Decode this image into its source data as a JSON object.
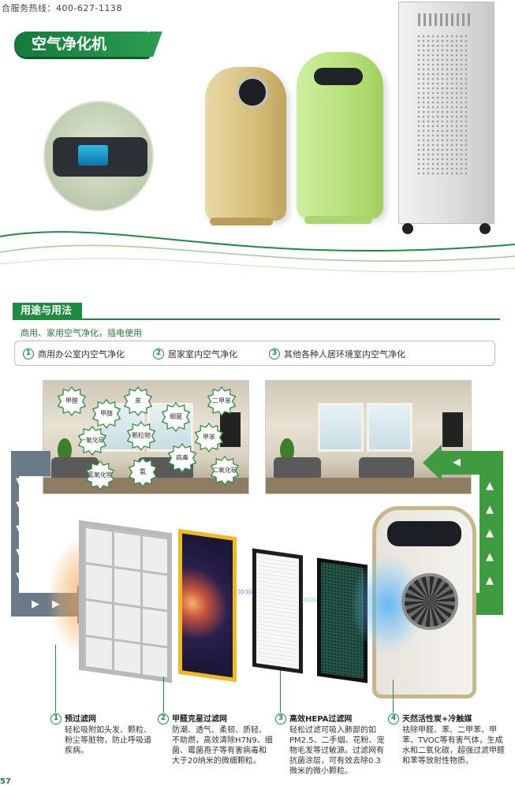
{
  "hotline": "合服务热线：400-627-1138",
  "title": "空气净化机",
  "section": {
    "tab_label": "用途与用法",
    "description": "商用、家用空气净化，插电使用",
    "usages": [
      {
        "num": "1",
        "label": "商用办公室内空气净化"
      },
      {
        "num": "2",
        "label": "居家室内空气净化"
      },
      {
        "num": "3",
        "label": "其他各种人居环境室内空气净化"
      }
    ]
  },
  "pollutants": {
    "p1": "甲醛",
    "p2": "甲醇",
    "p3": "苯",
    "p4": "细菌",
    "p5": "二甲苯",
    "p6": "一氧化碳",
    "p7": "颗粒物",
    "p8": "甲苯",
    "p9": "病毒",
    "p10": "氨",
    "p11": "氮氧化物",
    "p12": "二氧化碳"
  },
  "filters": [
    {
      "num": "1",
      "title": "预过滤网",
      "text": "轻松吸附如头发、颗粒、粉尘等脏物，防止呼吸道疾病。"
    },
    {
      "num": "2",
      "title": "甲醛克星过滤网",
      "text": "防潮、透气、柔韧、质轻、不助燃，高效清除H7N9、细菌、霉菌孢子等有害病毒和大于20纳米的微细颗粒。"
    },
    {
      "num": "3",
      "title": "高效HEPA过滤网",
      "text": "轻松过滤可吸入肺部的如PM2.5、二手烟、花粉、宠物毛发等过敏源。过滤网有抗菌涂层，可有效去除0.3微米的微小颗粒。"
    },
    {
      "num": "4",
      "title": "天然活性炭+冷触媒",
      "text": "祛除甲醛、苯、二甲苯、甲苯、TVOC等有害气体，生成水和二氧化碳，超强过滤甲醛和苯等放射性物质。"
    }
  ],
  "page_number": "57",
  "colors": {
    "brand_green": "#1f8b3f",
    "flow_gray": "#6b7a88",
    "flow_green": "#3f9b3f"
  }
}
